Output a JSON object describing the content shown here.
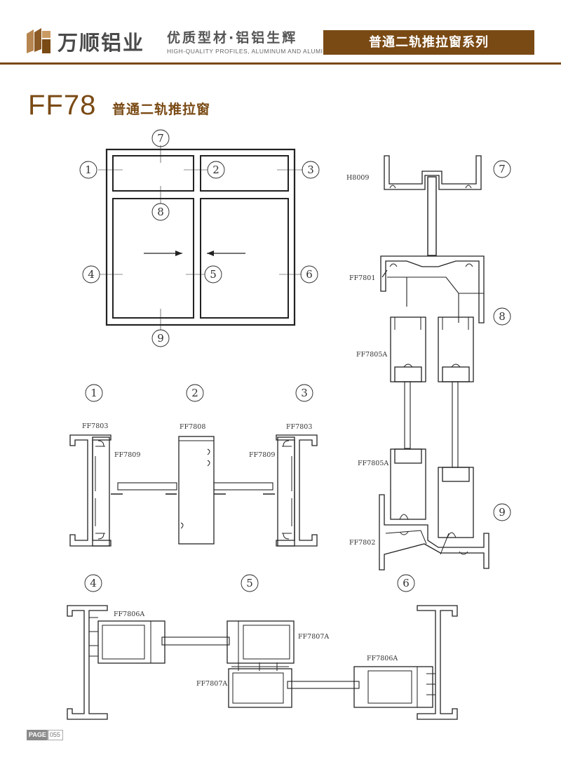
{
  "header": {
    "brand": "万顺铝业",
    "tagline": "优质型材·铝铝生辉",
    "tagline_en": "HIGH-QUALITY PROFILES, ALUMINUM AND ALUMINUM",
    "series": "普通二轨推拉窗系列",
    "accent_color": "#7a4a14"
  },
  "title": {
    "model": "FF78",
    "name": "普通二轨推拉窗"
  },
  "callouts": [
    "1",
    "2",
    "3",
    "4",
    "5",
    "6",
    "7",
    "8",
    "9"
  ],
  "profile_labels": {
    "h8009": "H8009",
    "ff7801": "FF7801",
    "ff7805a": "FF7805A",
    "ff7802": "FF7802",
    "ff7803": "FF7803",
    "ff7808": "FF7808",
    "ff7809": "FF7809",
    "ff7806a": "FF7806A",
    "ff7807a": "FF7807A"
  },
  "footer": {
    "page_label": "PAGE",
    "page_number": "055"
  }
}
